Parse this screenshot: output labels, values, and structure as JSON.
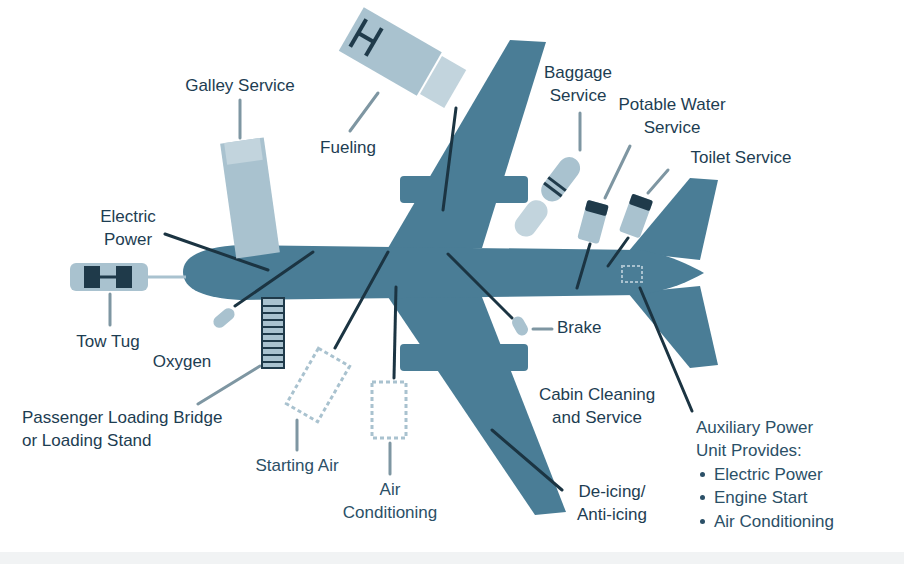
{
  "diagram": {
    "labels": [
      "Galley Service",
      "Fueling",
      "Baggage Service",
      "Potable Water Service",
      "Toilet Service",
      "Electric Power",
      "Tow Tug",
      "Oxygen",
      "Brake",
      "Passenger Loading Bridge or Loading Stand",
      "Cabin Cleaning and Service",
      "Starting Air",
      "Air Conditioning",
      "De-icing/ Anti-icing",
      "Auxiliary Power Unit Provides:",
      "Electric Power",
      "Engine Start",
      "Air Conditioning"
    ]
  }
}
